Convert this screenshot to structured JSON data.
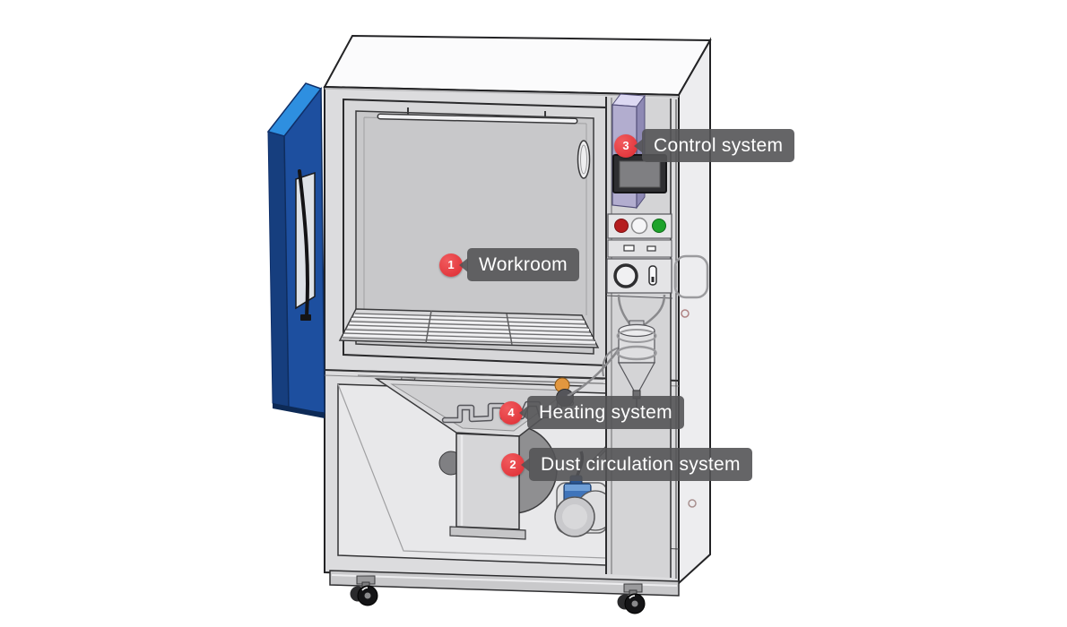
{
  "diagram": {
    "callouts": [
      {
        "num": "1",
        "text": "Workroom"
      },
      {
        "num": "2",
        "text": "Dust circulation system"
      },
      {
        "num": "3",
        "text": "Control system"
      },
      {
        "num": "4",
        "text": "Heating system"
      }
    ],
    "colors": {
      "badge_red": "#dd2a31",
      "label_bg": "rgba(84,84,86,0.9)",
      "label_text": "#ffffff",
      "door_blue": "#1d4f9f",
      "door_blue_top": "#2e8fe0",
      "door_blue_dark": "#163e7e",
      "cabinet_gray": "#dcdcde",
      "chamber_gray": "#c8c8ca",
      "purple_housing": "#b2adcf",
      "indicator_red": "#b51d1f",
      "indicator_green": "#1ea32b",
      "pump_blue": "#3f74ba",
      "heater_orange": "#e2973f"
    },
    "parts": [
      "door",
      "workroom",
      "light-bar",
      "fan-disc",
      "specimen-grate",
      "control-column",
      "touchscreen",
      "indicator-lights",
      "knob-panel",
      "dust-injector-vessel",
      "hopper-funnel",
      "heating-element",
      "blower",
      "circulation-pump",
      "base-plinth",
      "casters"
    ]
  }
}
